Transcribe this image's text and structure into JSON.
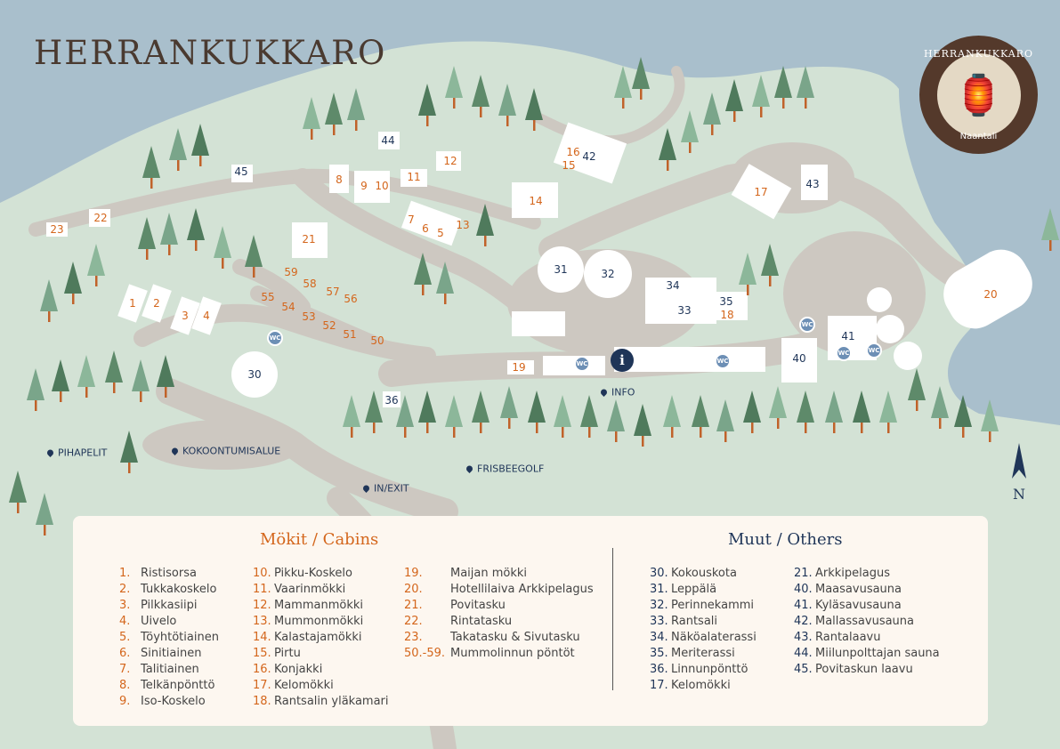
{
  "title": "HERRANKUKKARO",
  "logo": {
    "top": "HERRANKUKKARO",
    "bottom": "Naantali"
  },
  "compass": "N",
  "colors": {
    "water": "#a9bfcc",
    "land": "#d3e2d5",
    "path": "#cdc8c1",
    "cabin": "#d4661c",
    "other": "#1f3558"
  },
  "map": {
    "cabin_labels": [
      "1",
      "2",
      "3",
      "4",
      "5",
      "6",
      "7",
      "8",
      "9",
      "10",
      "11",
      "12",
      "13",
      "14",
      "15",
      "16",
      "17",
      "18",
      "19",
      "20",
      "21",
      "22",
      "23",
      "50",
      "51",
      "52",
      "53",
      "54",
      "55",
      "56",
      "57",
      "58",
      "59"
    ],
    "other_labels": [
      "30",
      "31",
      "32",
      "33",
      "34",
      "35",
      "36",
      "40",
      "41",
      "42",
      "43",
      "44",
      "45"
    ],
    "poi": {
      "pihapelit": "PIHAPELIT",
      "kokoontumisalue": "KOKOONTUMISALUE",
      "in_exit": "IN/EXIT",
      "frisbeegolf": "FRISBEEGOLF",
      "info": "INFO"
    },
    "wc": "WC",
    "info_icon": "i"
  },
  "legend": {
    "cabins_title": "Mökit / Cabins",
    "others_title": "Muut / Others",
    "cabins": [
      {
        "n": "1.",
        "name": "Ristisorsa"
      },
      {
        "n": "2.",
        "name": "Tukkakoskelo"
      },
      {
        "n": "3.",
        "name": "Pilkkasiipi"
      },
      {
        "n": "4.",
        "name": "Uivelo"
      },
      {
        "n": "5.",
        "name": "Töyhtötiainen"
      },
      {
        "n": "6.",
        "name": "Sinitiainen"
      },
      {
        "n": "7.",
        "name": "Talitiainen"
      },
      {
        "n": "8.",
        "name": "Telkänpönttö"
      },
      {
        "n": "9.",
        "name": "Iso-Koskelo"
      },
      {
        "n": "10.",
        "name": "Pikku-Koskelo"
      },
      {
        "n": "11.",
        "name": "Vaarinmökki"
      },
      {
        "n": "12.",
        "name": "Mammanmökki"
      },
      {
        "n": "13.",
        "name": "Mummonmökki"
      },
      {
        "n": "14.",
        "name": "Kalastajamökki"
      },
      {
        "n": "15.",
        "name": "Pirtu"
      },
      {
        "n": "16.",
        "name": "Konjakki"
      },
      {
        "n": "17.",
        "name": "Kelomökki"
      },
      {
        "n": "18.",
        "name": "Rantsalin yläkamari"
      },
      {
        "n": "19.",
        "name": "Maijan mökki"
      },
      {
        "n": "20.",
        "name": "Hotellilaiva Arkkipelagus"
      },
      {
        "n": "21.",
        "name": "Povitasku"
      },
      {
        "n": "22.",
        "name": "Rintatasku"
      },
      {
        "n": "23.",
        "name": "Takatasku & Sivutasku"
      },
      {
        "n": "50.-59.",
        "name": "Mummolinnun pöntöt"
      }
    ],
    "others": [
      {
        "n": "30.",
        "name": "Kokouskota"
      },
      {
        "n": "31.",
        "name": "Leppälä"
      },
      {
        "n": "32.",
        "name": "Perinnekammi"
      },
      {
        "n": "33.",
        "name": "Rantsali"
      },
      {
        "n": "34.",
        "name": "Näköalaterassi"
      },
      {
        "n": "35.",
        "name": "Meriterassi"
      },
      {
        "n": "36.",
        "name": "Linnunpönttö"
      },
      {
        "n": "17.",
        "name": "Kelomökki"
      },
      {
        "n": "21.",
        "name": "Arkkipelagus"
      },
      {
        "n": "40.",
        "name": "Maasavusauna"
      },
      {
        "n": "41.",
        "name": "Kyläsavusauna"
      },
      {
        "n": "42.",
        "name": "Mallassavusauna"
      },
      {
        "n": "43.",
        "name": "Rantalaavu"
      },
      {
        "n": "44.",
        "name": "Miilunpolttajan sauna"
      },
      {
        "n": "45.",
        "name": "Povitaskun laavu"
      }
    ]
  }
}
